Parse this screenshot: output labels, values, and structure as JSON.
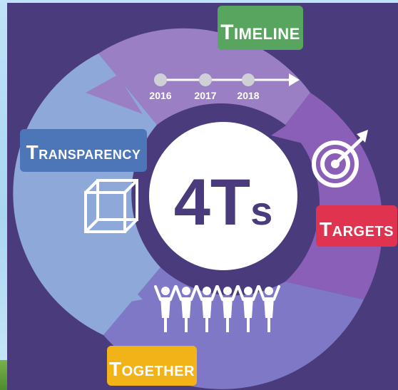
{
  "center_label": {
    "main": "4T",
    "suffix": "s"
  },
  "segments": [
    {
      "id": "timeline",
      "first": "T",
      "rest": "IMELINE",
      "color": "#58a55f"
    },
    {
      "id": "targets",
      "first": "T",
      "rest": "ARGETS",
      "color": "#e0334f"
    },
    {
      "id": "together",
      "first": "T",
      "rest": "OGETHER",
      "color": "#f2b318"
    },
    {
      "id": "transparency",
      "first": "T",
      "rest": "RANSPARENCY",
      "color": "#4d76b9"
    }
  ],
  "timeline_years": [
    "2016",
    "2017",
    "2018"
  ],
  "icons": {
    "timeline": "timeline-arrow-icon",
    "targets": "target-dartboard-icon",
    "together": "people-group-icon",
    "transparency": "transparent-cube-icon"
  },
  "colors": {
    "background": "#4a3b7c",
    "ring_top": "#9b7fc4",
    "ring_right": "#8a5fb7",
    "ring_bottom": "#7e78c6",
    "ring_left": "#8fa8da",
    "center": "#ffffff"
  }
}
